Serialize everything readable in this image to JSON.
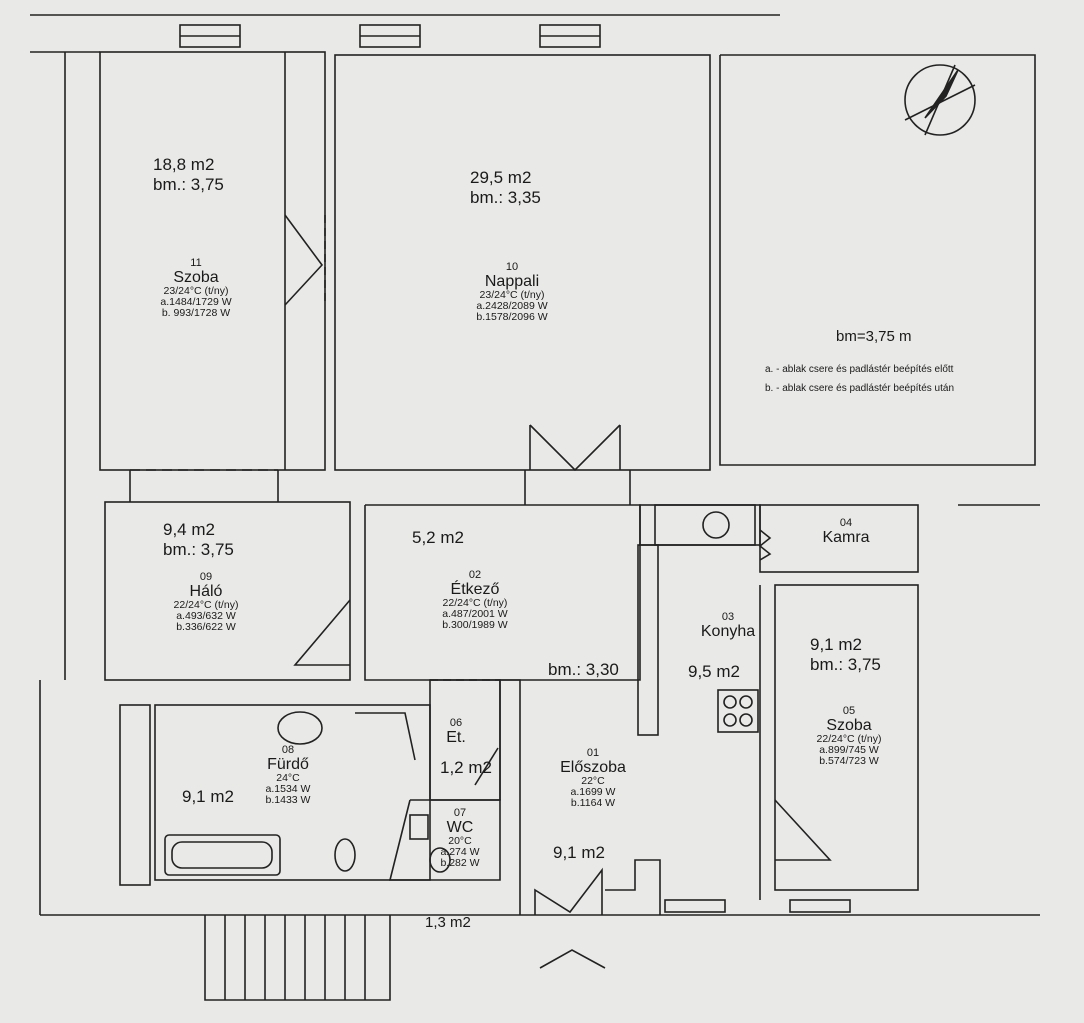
{
  "rooms": [
    {
      "id": "11",
      "name": "Szoba",
      "temp": "23/24°C (t/ny)",
      "a": "a.1484/1729 W",
      "b": "b. 993/1728 W",
      "area": "18,8 m2",
      "bm": "bm.: 3,75"
    },
    {
      "id": "10",
      "name": "Nappali",
      "temp": "23/24°C (t/ny)",
      "a": "a.2428/2089 W",
      "b": "b.1578/2096 W",
      "area": "29,5 m2",
      "bm": "bm.: 3,35"
    },
    {
      "id": "09",
      "name": "Háló",
      "temp": "22/24°C (t/ny)",
      "a": "a.493/632 W",
      "b": "b.336/622 W",
      "area": "9,4 m2",
      "bm": "bm.: 3,75"
    },
    {
      "id": "02",
      "name": "Étkező",
      "temp": "22/24°C (t/ny)",
      "a": "a.487/2001 W",
      "b": "b.300/1989 W",
      "area": "5,2 m2"
    },
    {
      "id": "03",
      "name": "Konyha",
      "area": "9,5 m2",
      "bm": "bm.: 3,30"
    },
    {
      "id": "04",
      "name": "Kamra"
    },
    {
      "id": "05",
      "name": "Szoba",
      "temp": "22/24°C (t/ny)",
      "a": "a.899/745 W",
      "b": "b.574/723 W",
      "area": "9,1 m2",
      "bm": "bm.: 3,75"
    },
    {
      "id": "08",
      "name": "Fürdő",
      "temp": "24°C",
      "a": "a.1534 W",
      "b": "b.1433 W",
      "area": "9,1 m2"
    },
    {
      "id": "06",
      "name": "Et.",
      "area": "1,2 m2"
    },
    {
      "id": "07",
      "name": "WC",
      "temp": "20°C",
      "a": "a.274 W",
      "b": "b.282 W"
    },
    {
      "id": "01",
      "name": "Előszoba",
      "temp": "22°C",
      "a": "a.1699 W",
      "b": "b.1164 W",
      "area": "9,1 m2"
    }
  ],
  "entrance_area": "1,3 m2",
  "ceiling_height_note": "bm=3,75 m",
  "legend": {
    "a": "a. - ablak csere és padlástér beépítés előtt",
    "b": "b. - ablak csere és padlástér beépítés után"
  }
}
